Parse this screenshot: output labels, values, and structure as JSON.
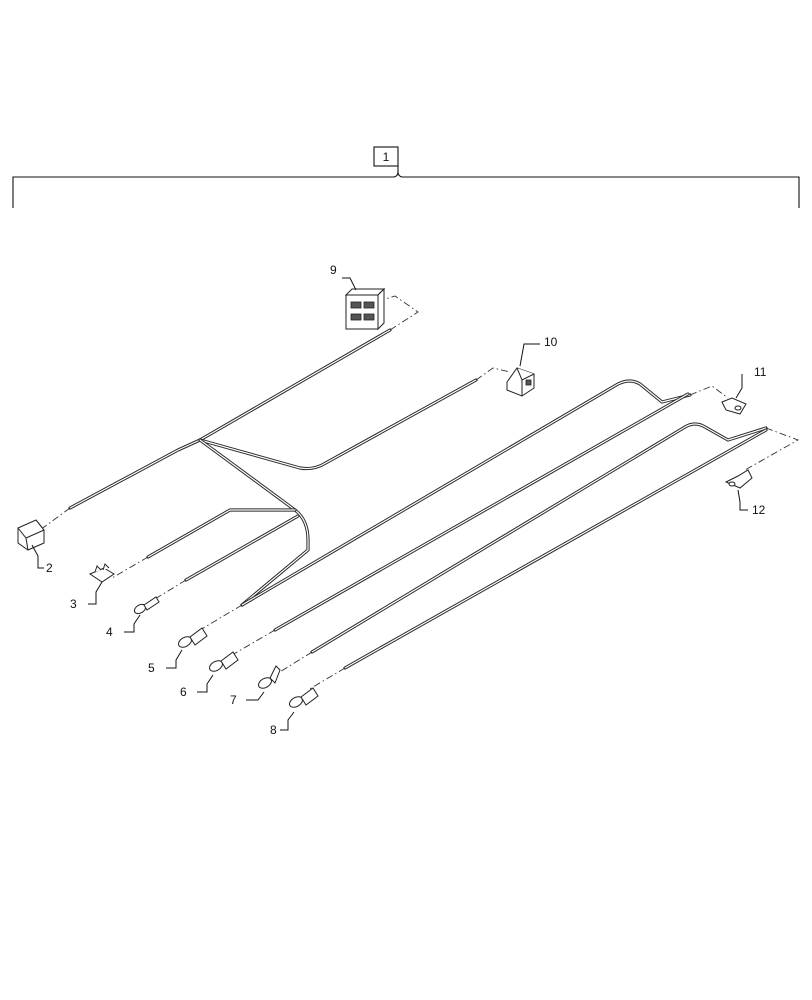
{
  "assembly": {
    "label": "1"
  },
  "callouts": {
    "c2": "2",
    "c3": "3",
    "c4": "4",
    "c5": "5",
    "c6": "6",
    "c7": "7",
    "c8": "8",
    "c9": "9",
    "c10": "10",
    "c11": "11",
    "c12": "12"
  },
  "colors": {
    "line": "#2b2b2b",
    "background": "#ffffff"
  }
}
